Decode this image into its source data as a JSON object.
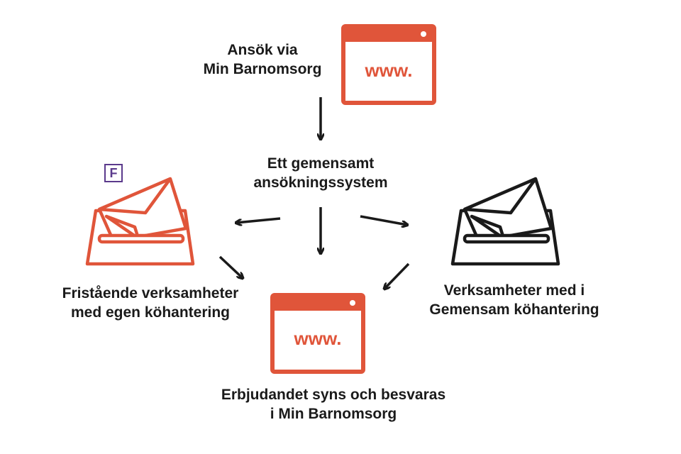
{
  "colors": {
    "accent": "#e0553a",
    "dark": "#1a1a1a",
    "badge": "#5b3a8c"
  },
  "nodes": {
    "apply": {
      "lines": [
        "Ansök via",
        "Min Barnomsorg"
      ],
      "icon": "browser-www-icon",
      "icon_text": "www."
    },
    "system": {
      "lines": [
        "Ett gemensamt",
        "ansökningssystem"
      ]
    },
    "independent": {
      "lines": [
        "Fristående verksamheter",
        "med egen köhantering"
      ],
      "icon": "ballot-box-envelope-icon",
      "badge": "F"
    },
    "shared": {
      "lines": [
        "Verksamheter med i",
        "Gemensam köhantering"
      ],
      "icon": "ballot-box-envelope-icon"
    },
    "offer": {
      "lines": [
        "Erbjudandet syns och besvaras",
        "i Min Barnomsorg"
      ],
      "icon": "browser-www-icon",
      "icon_text": "www."
    }
  }
}
